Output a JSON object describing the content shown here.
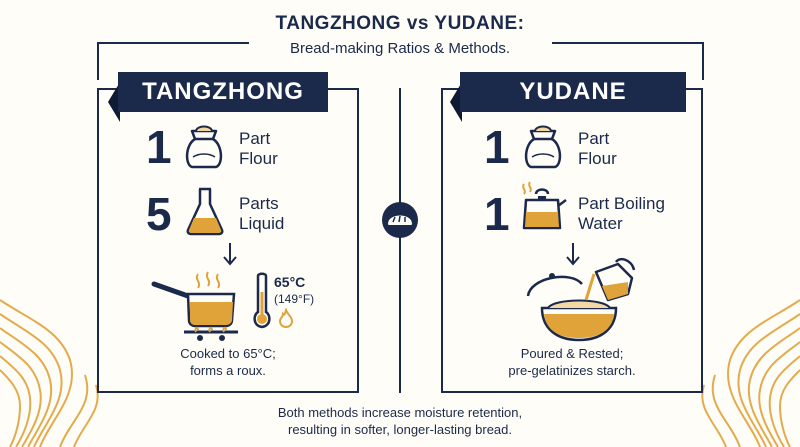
{
  "header": {
    "title": "TANGZHONG vs YUDANE:",
    "subtitle": "Bread-making Ratios & Methods."
  },
  "tangzhong": {
    "banner": "TANGZHONG",
    "row1": {
      "number": "1",
      "line1": "Part",
      "line2": "Flour",
      "icon": "flour-sack-icon"
    },
    "row2": {
      "number": "5",
      "line1": "Parts",
      "line2": "Liquid",
      "icon": "beaker-icon"
    },
    "temp_line1": "65°C",
    "temp_line2": "(149°F)",
    "caption_line1": "Cooked to 65°C;",
    "caption_line2": "forms a roux."
  },
  "yudane": {
    "banner": "YUDANE",
    "row1": {
      "number": "1",
      "line1": "Part",
      "line2": "Flour",
      "icon": "flour-sack-icon"
    },
    "row2": {
      "number": "1",
      "line1": "Part Boiling",
      "line2": "Water",
      "icon": "kettle-icon"
    },
    "caption_line1": "Poured & Rested;",
    "caption_line2": "pre-gelatinizes starch."
  },
  "footer": {
    "line1": "Both methods increase moisture retention,",
    "line2": "resulting in softer, longer-lasting bread."
  },
  "colors": {
    "navy": "#1b2a4a",
    "gold": "#e0a33a",
    "cream": "#fffdf8"
  }
}
